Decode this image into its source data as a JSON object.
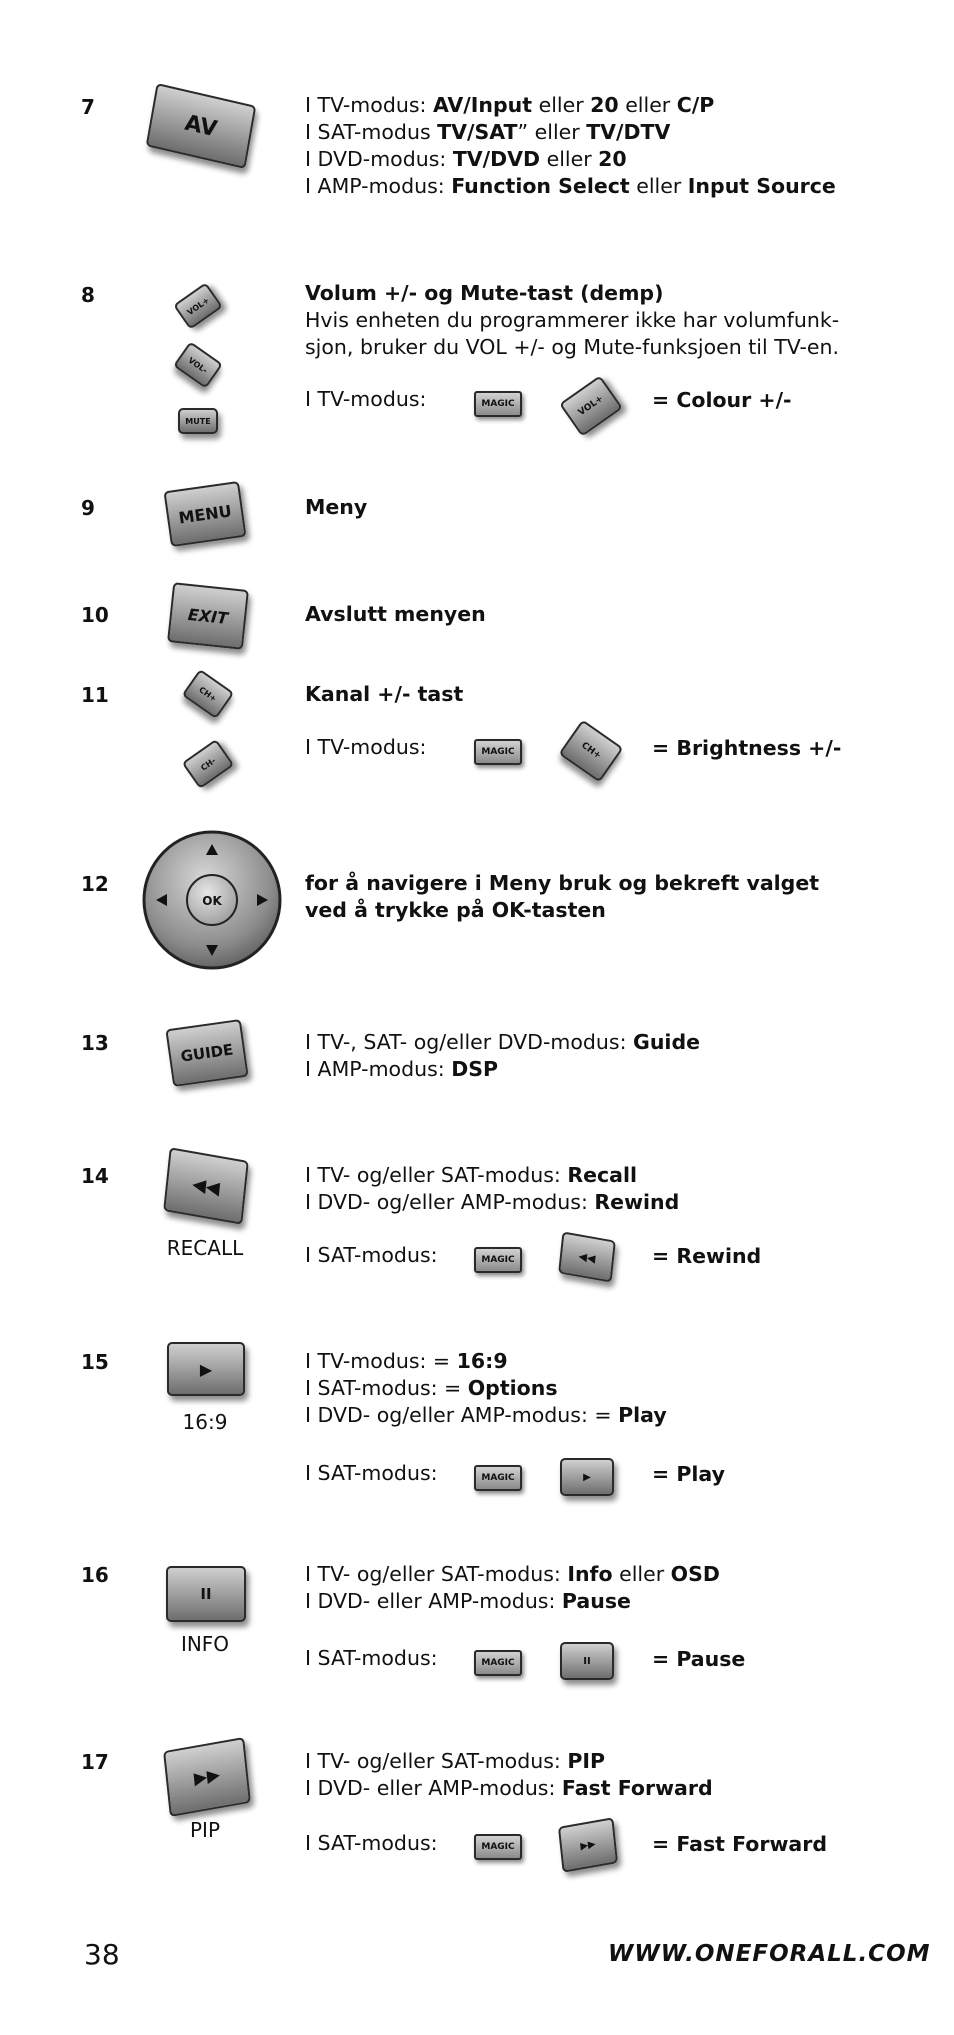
{
  "items": [
    {
      "number": "7",
      "button": {
        "label": "AV"
      },
      "lines": [
        [
          {
            "t": "I TV-modus: "
          },
          {
            "t": "AV/Input",
            "b": true
          },
          {
            "t": " eller "
          },
          {
            "t": "20",
            "b": true
          },
          {
            "t": " eller "
          },
          {
            "t": "C/P",
            "b": true
          }
        ],
        [
          {
            "t": "I SAT-modus "
          },
          {
            "t": "TV/SAT",
            "b": true
          },
          {
            "t": "” eller "
          },
          {
            "t": "TV/DTV",
            "b": true
          }
        ],
        [
          {
            "t": "I DVD-modus: "
          },
          {
            "t": "TV/DVD",
            "b": true
          },
          {
            "t": " eller "
          },
          {
            "t": "20",
            "b": true
          }
        ],
        [
          {
            "t": "I AMP-modus: "
          },
          {
            "t": "Function Select",
            "b": true
          },
          {
            "t": " eller "
          },
          {
            "t": "Input Source",
            "b": true
          }
        ]
      ]
    },
    {
      "number": "8",
      "buttons": [
        "VOL+",
        "VOL-",
        "MUTE"
      ],
      "heading": "Volum +/- og Mute-tast (demp)",
      "lines": [
        "Hvis enheten du programmerer ikke har volumfunk-",
        "sjon, bruker du VOL +/- og Mute-funksjoen til TV-en."
      ],
      "combo": {
        "mode": "I TV-modus:",
        "magic": "MAGIC",
        "key": "VOL+",
        "result": "= Colour +/-"
      }
    },
    {
      "number": "9",
      "button": {
        "label": "MENU"
      },
      "heading": "Meny"
    },
    {
      "number": "10",
      "button": {
        "label": "EXIT"
      },
      "heading": "Avslutt menyen"
    },
    {
      "number": "11",
      "buttons": [
        "CH+",
        "CH-"
      ],
      "heading": "Kanal +/- tast",
      "combo": {
        "mode": "I TV-modus:",
        "magic": "MAGIC",
        "key": "CH+",
        "result": "= Brightness +/-"
      }
    },
    {
      "number": "12",
      "button": {
        "label": "OK"
      },
      "heading_lines": [
        "for å navigere i Meny bruk og bekreft valget",
        "ved å trykke på OK-tasten"
      ]
    },
    {
      "number": "13",
      "button": {
        "label": "GUIDE"
      },
      "lines": [
        [
          {
            "t": "I TV-, SAT- og/eller DVD-modus: "
          },
          {
            "t": "Guide",
            "b": true
          }
        ],
        [
          {
            "t": "I AMP-modus: "
          },
          {
            "t": "DSP",
            "b": true
          }
        ]
      ]
    },
    {
      "number": "14",
      "button": {
        "label": "◀◀"
      },
      "caption": "RECALL",
      "lines": [
        [
          {
            "t": "I TV- og/eller SAT-modus: "
          },
          {
            "t": "Recall",
            "b": true
          }
        ],
        [
          {
            "t": "I DVD- og/eller AMP-modus: "
          },
          {
            "t": "Rewind",
            "b": true
          }
        ]
      ],
      "combo": {
        "mode": "I SAT-modus:",
        "magic": "MAGIC",
        "key": "◀◀",
        "result": "= Rewind"
      }
    },
    {
      "number": "15",
      "button": {
        "label": "▶"
      },
      "caption": "16:9",
      "lines": [
        [
          {
            "t": "I TV-modus: = "
          },
          {
            "t": "16:9",
            "b": true
          }
        ],
        [
          {
            "t": "I SAT-modus: = "
          },
          {
            "t": "Options",
            "b": true
          }
        ],
        [
          {
            "t": "I DVD- og/eller AMP-modus: = "
          },
          {
            "t": "Play",
            "b": true
          }
        ]
      ],
      "combo": {
        "mode": "I SAT-modus:",
        "magic": "MAGIC",
        "key": "▶",
        "result": "= Play"
      }
    },
    {
      "number": "16",
      "button": {
        "label": "II"
      },
      "caption": "INFO",
      "lines": [
        [
          {
            "t": "I TV- og/eller SAT-modus: "
          },
          {
            "t": "Info",
            "b": true
          },
          {
            "t": " eller "
          },
          {
            "t": "OSD",
            "b": true
          }
        ],
        [
          {
            "t": "I DVD- eller AMP-modus: "
          },
          {
            "t": "Pause",
            "b": true
          }
        ]
      ],
      "combo": {
        "mode": "I SAT-modus:",
        "magic": "MAGIC",
        "key": "II",
        "result": "= Pause"
      }
    },
    {
      "number": "17",
      "button": {
        "label": "▶▶"
      },
      "caption": "PIP",
      "lines": [
        [
          {
            "t": "I TV- og/eller SAT-modus: "
          },
          {
            "t": "PIP",
            "b": true
          }
        ],
        [
          {
            "t": "I DVD- eller AMP-modus: "
          },
          {
            "t": "Fast Forward",
            "b": true
          }
        ]
      ],
      "combo": {
        "mode": "I SAT-modus:",
        "magic": "MAGIC",
        "key": "▶▶",
        "result": "= Fast Forward"
      }
    }
  ],
  "footer": {
    "page_number": "38",
    "url": "WWW.ONEFORALL.COM"
  }
}
